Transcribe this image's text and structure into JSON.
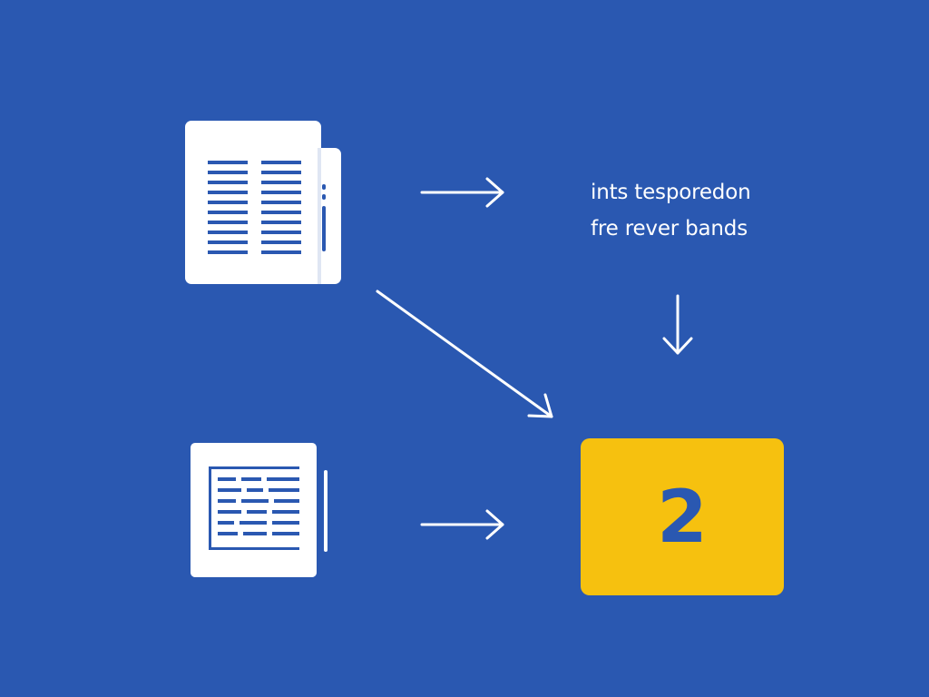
{
  "diagram": {
    "caption": {
      "line1": "ints tesporedon",
      "line2": "fre rever bands"
    },
    "result": {
      "number": "2"
    }
  },
  "colors": {
    "background": "#2a58b1",
    "document": "#ffffff",
    "document_lines": "#2a58b1",
    "result_box": "#f6c10f",
    "result_text": "#2a58b1",
    "arrows": "#ffffff"
  },
  "icons": {
    "top_document": "document-columns-icon",
    "bottom_document": "document-table-icon"
  }
}
